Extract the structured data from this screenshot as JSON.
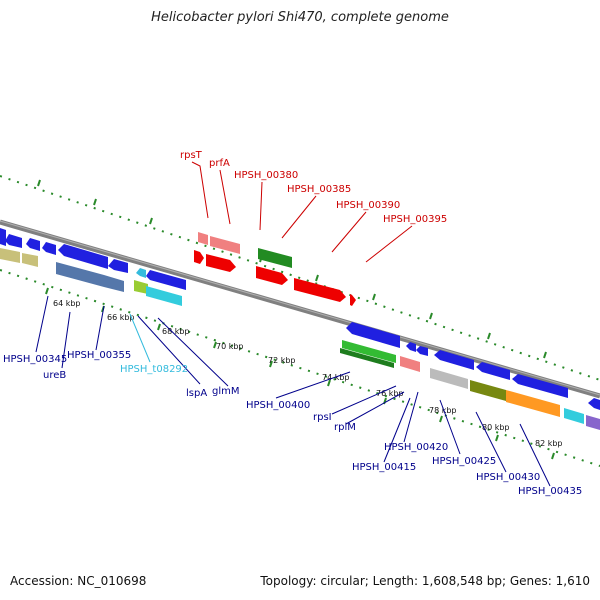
{
  "title": "Helicobacter pylori Shi470, complete genome",
  "accession": "Accession: NC_010698",
  "summary": "Topology: circular; Length: 1,608,548 bp; Genes: 1,610",
  "ticks": [
    "64 kbp",
    "66 kbp",
    "68 kbp",
    "70 kbp",
    "72 kbp",
    "74 kbp",
    "76 kbp",
    "78 kbp",
    "80 kbp",
    "82 kbp"
  ],
  "top_labels": [
    "rpsT",
    "prfA",
    "HPSH_00380",
    "HPSH_00385",
    "HPSH_00390",
    "HPSH_00395"
  ],
  "bottom_labels": [
    "HPSH_00345",
    "ureB",
    "HPSH_00355",
    "HPSH_t08292",
    "lspA",
    "glmM",
    "HPSH_00400",
    "rpsI",
    "rplM",
    "HPSH_00420",
    "HPSH_00415",
    "HPSH_00425",
    "HPSH_00430",
    "HPSH_00435"
  ],
  "colors": {
    "forward_label": "#cc0000",
    "reverse_label": "#00008b",
    "trna_label": "#33bbdd",
    "tick_marks": "#2a8a2a",
    "backbone": "#808080"
  }
}
